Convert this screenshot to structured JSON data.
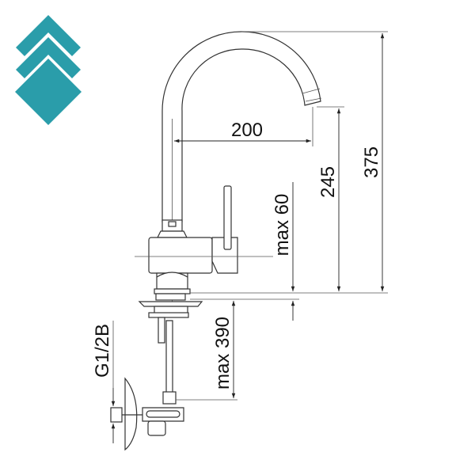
{
  "logo": {
    "color": "#2a9daa",
    "icon": "stacked-diamonds-logo"
  },
  "dimensions": {
    "spout_reach": "200",
    "total_height": "375",
    "spout_height": "245",
    "max_deck_thickness": "max 60",
    "max_hose_length": "max 390",
    "connection_thread": "G1/2B"
  }
}
